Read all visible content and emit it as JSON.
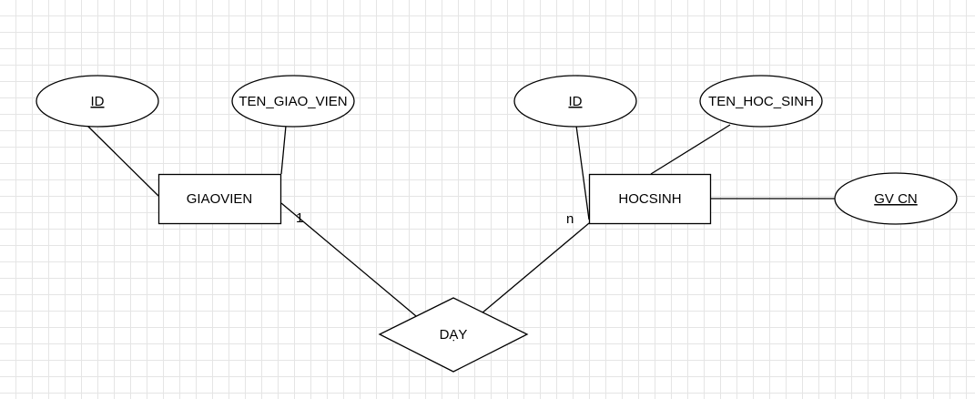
{
  "diagram": {
    "entities": {
      "giaovien": "GIAOVIEN",
      "hocsinh": "HOCSINH"
    },
    "relationship": {
      "label": "DẠY"
    },
    "attributes": {
      "gv_id": "ID",
      "gv_name": "TEN_GIAO_VIEN",
      "hs_id": "ID",
      "hs_name": "TEN_HOC_SINH",
      "hs_gvcn": "GV CN"
    },
    "cardinality": {
      "giaovien_side": "1",
      "hocsinh_side": "n"
    }
  }
}
